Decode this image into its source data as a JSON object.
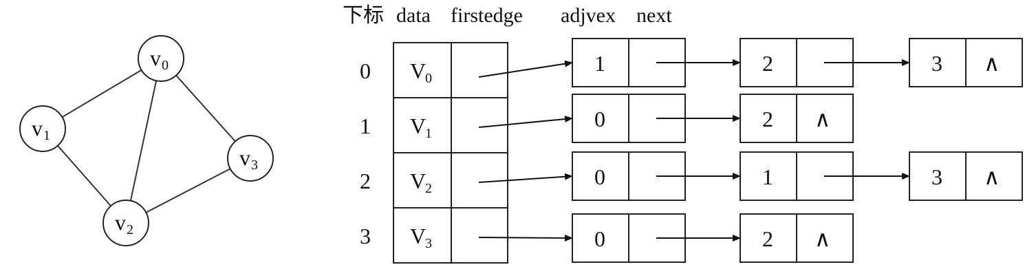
{
  "graph": {
    "nodes": [
      {
        "id": "v0",
        "letter": "v",
        "sub": "0"
      },
      {
        "id": "v1",
        "letter": "v",
        "sub": "1"
      },
      {
        "id": "v2",
        "letter": "v",
        "sub": "2"
      },
      {
        "id": "v3",
        "letter": "v",
        "sub": "3"
      }
    ],
    "edges": [
      [
        "v0",
        "v1"
      ],
      [
        "v0",
        "v2"
      ],
      [
        "v0",
        "v3"
      ],
      [
        "v1",
        "v2"
      ],
      [
        "v2",
        "v3"
      ]
    ]
  },
  "table": {
    "headers": {
      "index": "下标",
      "data": "data",
      "firstedge": "firstedge",
      "adjvex": "adjvex",
      "next": "next"
    },
    "null_symbol": "∧",
    "rows": [
      {
        "index": "0",
        "data_letter": "V",
        "data_sub": "0",
        "adjacency": [
          "1",
          "2",
          "3"
        ]
      },
      {
        "index": "1",
        "data_letter": "V",
        "data_sub": "1",
        "adjacency": [
          "0",
          "2"
        ]
      },
      {
        "index": "2",
        "data_letter": "V",
        "data_sub": "2",
        "adjacency": [
          "0",
          "1",
          "3"
        ]
      },
      {
        "index": "3",
        "data_letter": "V",
        "data_sub": "3",
        "adjacency": [
          "0",
          "2"
        ]
      }
    ]
  }
}
